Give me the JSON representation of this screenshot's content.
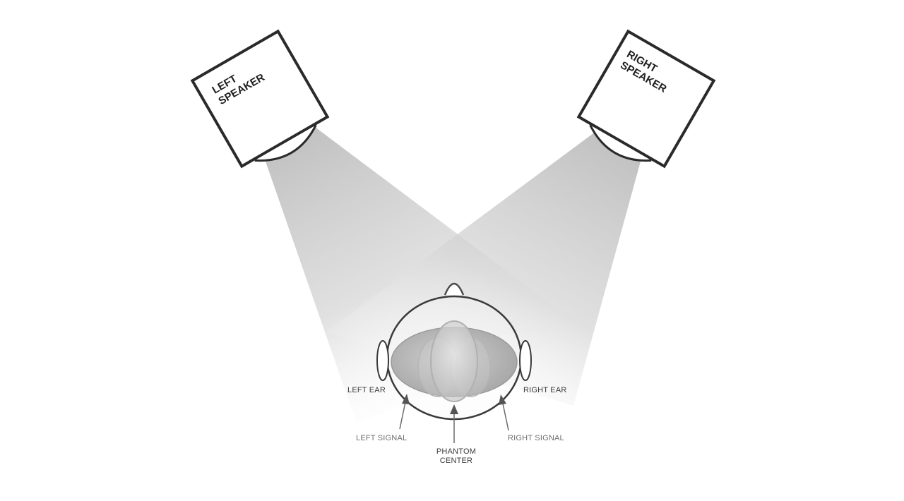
{
  "speakers": {
    "left": {
      "line1": "LEFT",
      "line2": "SPEAKER"
    },
    "right": {
      "line1": "RIGHT",
      "line2": "SPEAKER"
    }
  },
  "labels": {
    "left_ear": "LEFT EAR",
    "right_ear": "RIGHT EAR",
    "left_signal": "LEFT SIGNAL",
    "right_signal": "RIGHT SIGNAL",
    "phantom_center_line1": "PHANTOM",
    "phantom_center_line2": "CENTER"
  }
}
